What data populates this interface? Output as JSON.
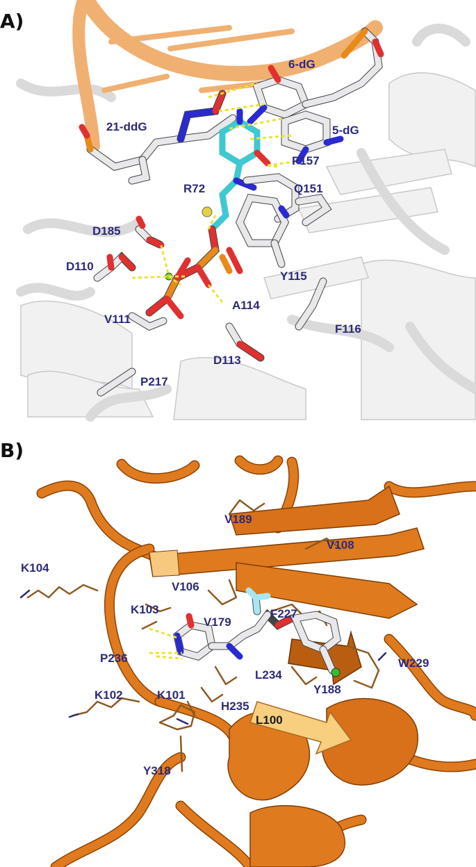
{
  "panels": [
    {
      "letter": "A)",
      "labels": [
        {
          "id": "6-dg",
          "text": "6-dG"
        },
        {
          "id": "21-ddg",
          "text": "21-ddG"
        },
        {
          "id": "5-dg",
          "text": "5-dG"
        },
        {
          "id": "p157",
          "text": "P157"
        },
        {
          "id": "r72",
          "text": "R72"
        },
        {
          "id": "q151",
          "text": "Q151"
        },
        {
          "id": "d185",
          "text": "D185"
        },
        {
          "id": "d110",
          "text": "D110"
        },
        {
          "id": "y115",
          "text": "Y115"
        },
        {
          "id": "a114",
          "text": "A114"
        },
        {
          "id": "v111",
          "text": "V111"
        },
        {
          "id": "f116",
          "text": "F116"
        },
        {
          "id": "d113",
          "text": "D113"
        },
        {
          "id": "p217",
          "text": "P217"
        }
      ]
    },
    {
      "letter": "B)",
      "labels": [
        {
          "id": "v189",
          "text": "V189"
        },
        {
          "id": "v108",
          "text": "V108"
        },
        {
          "id": "k104",
          "text": "K104"
        },
        {
          "id": "v106",
          "text": "V106"
        },
        {
          "id": "k103",
          "text": "K103"
        },
        {
          "id": "v179",
          "text": "V179"
        },
        {
          "id": "f227",
          "text": "F227"
        },
        {
          "id": "p236",
          "text": "P236"
        },
        {
          "id": "w229",
          "text": "W229"
        },
        {
          "id": "l234",
          "text": "L234"
        },
        {
          "id": "y188",
          "text": "Y188"
        },
        {
          "id": "k102",
          "text": "K102"
        },
        {
          "id": "k101",
          "text": "K101"
        },
        {
          "id": "h235",
          "text": "H235"
        },
        {
          "id": "l100",
          "text": "L100"
        },
        {
          "id": "y318",
          "text": "Y318"
        }
      ]
    }
  ],
  "colors": {
    "label": "#2d2a78",
    "dna_backbone": "#f0b072",
    "protein_a": "#f1f1f1",
    "protein_b": "#e07a1e",
    "hbond": "#e7e532"
  }
}
